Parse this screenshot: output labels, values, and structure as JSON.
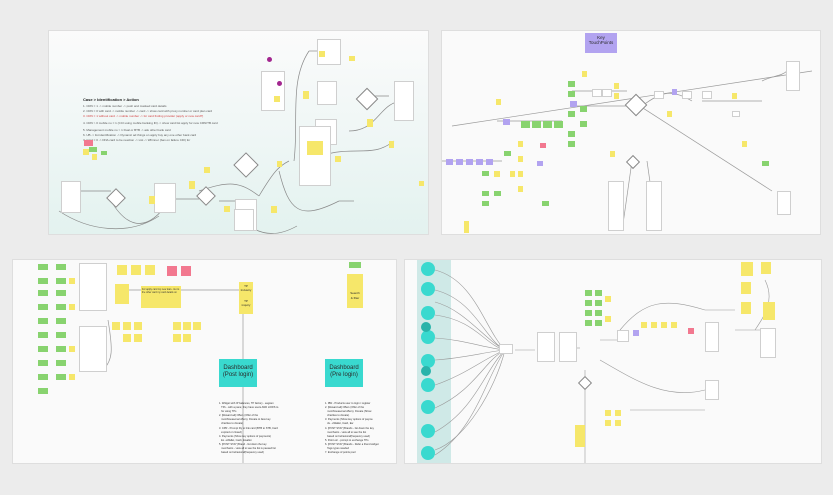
{
  "board1": {
    "heading": "Case > Identification > Action",
    "rules": [
      "1. CRN = 1 -> mobile number -> push and masked card details",
      "2. CRN = 0 with card -> mobile number -> card -> show card with proxy number or card plan card",
      "3. CRN = 1 without card -> mobile number -> for card finding provider (apply or new card?)",
      "4. CRN > 0 mobile no = 1 (CCI using mobile banking ID) -> show card list apply for new CRN/TB card",
      "5. Management mobile no > 1 Dual or BTB -> ask other bank card",
      "6. UB -> list identification -> Dynamic ad things on apply buy any one other bank card",
      "7. Card = 0 -> DNA card to be reaction -> List -> Whinner (ban on failure CDI) for"
    ]
  },
  "board2": {
    "label_line1": "Key",
    "label_line2": "TouchPoints"
  },
  "board3": {
    "call_note": "For apply card my new loan...Go to the other card my card details on",
    "tp_tag_line1": "TP",
    "tp_tag_line2": "Industry",
    "tp_tag_line3": "TP",
    "tp_tag_line4": "inquiry",
    "search_tag_line1": "Search",
    "search_tag_line2": "& filter",
    "dash1_line1": "Dashboard",
    "dash1_line2": "(Post login)",
    "dash2_line1": "Dashboard",
    "dash2_line2": "(Pre login)",
    "dash1_items": [
      "1. Widget with IP balances, TP factory - eagram",
      "   TPs - with a pane; they have users AND LOWS to",
      "   for using TPs",
      "2. [Reward ad] Offers (Offer of the",
      "   month/seasonal offers), Donate to face key",
      "   charities to donate)",
      "3. CPR - Prompt Fly to link card (BTB to STB, Card",
      "   expired or closed)",
      "4. Payments (Show key options of payments)",
      "   Ex. eWallet, Cash, Ewallet",
      "5. [POST STAY] Brand - list down the key",
      "   merchants - view all to see the list is paused list",
      "   based on behavioral(frequency used)"
    ],
    "dash2_items": [
      "1. IBN - Products user to login / register",
      "2. [Reward ad] Offers (Offer of the",
      "   month/seasonal offers), Donate (Show",
      "   charities to donate)",
      "3. Payments (Show key options of payme",
      "   ds - eWallet, Cash, Ew",
      "4. [POST STAY] Brands - list down the key",
      "   merchants - view all to see the list",
      "   based on behavioral(frequency used)",
      "5. Point etc - prompt to exchange TPs",
      "6. [POST STAY] Brands - Refer a friend widget",
      "   Tags types needed",
      "7. Exchange of points pool"
    ]
  },
  "colors": {
    "sticky_yellow": "#f6e76a",
    "sticky_green": "#88d36f",
    "sticky_pink": "#f2788f",
    "sticky_purple": "#b2a3f0",
    "teal": "#39d9cf",
    "accent_red": "#d23c3c"
  }
}
